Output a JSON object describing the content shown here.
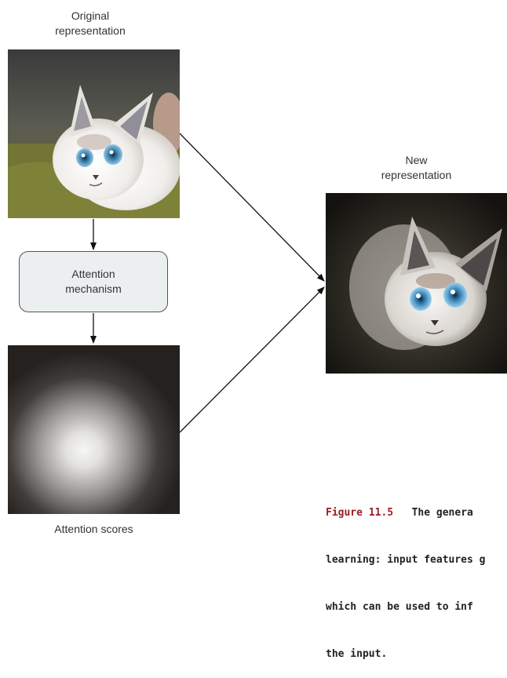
{
  "labels": {
    "original_line1": "Original",
    "original_line2": "representation",
    "new_line1": "New",
    "new_line2": "representation",
    "scores": "Attention scores"
  },
  "mechanism": {
    "line1": "Attention",
    "line2": "mechanism"
  },
  "caption": {
    "figure_number": "Figure 11.5",
    "line1_rest": "The genera",
    "line2": "learning: input features g",
    "line3": "which can be used to inf",
    "line4": "the input."
  },
  "colors": {
    "caption_figure": "#9a1f24",
    "mechanism_fill": "#eceff0",
    "arrow": "#111111"
  },
  "icons": [
    "cat-photo",
    "attention-heatmap",
    "cat-photo-attended"
  ]
}
